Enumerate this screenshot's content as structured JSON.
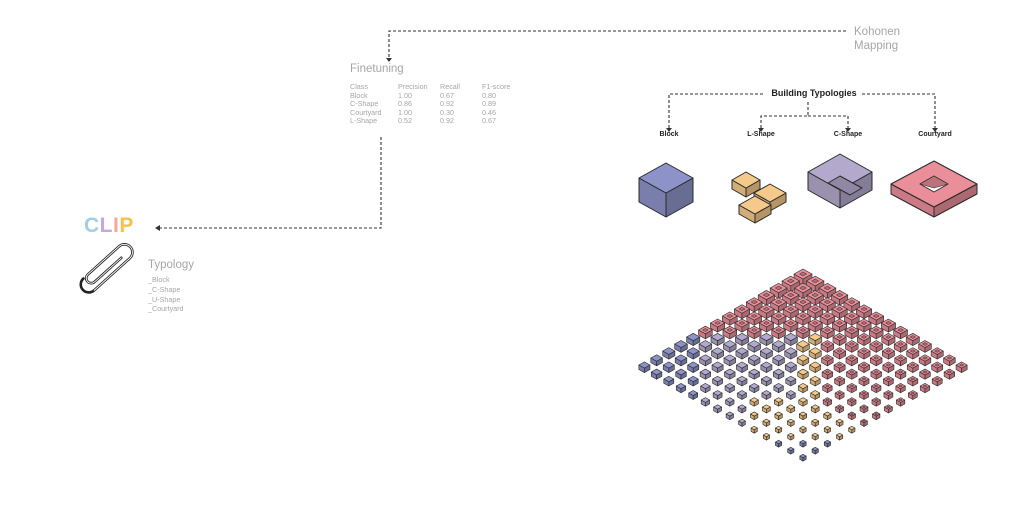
{
  "kohonen": {
    "line1": "Kohonen",
    "line2": "Mapping"
  },
  "finetuning": {
    "title": "Finetuning",
    "headers": [
      "Class",
      "Precision",
      "Recall",
      "F1-score"
    ],
    "rows": [
      [
        "Block",
        "1.00",
        "0.67",
        "0.80"
      ],
      [
        "C-Shape",
        "0.86",
        "0.92",
        "0.89"
      ],
      [
        "Courtyard",
        "1.00",
        "0.30",
        "0.46"
      ],
      [
        "L-Shape",
        "0.52",
        "0.92",
        "0.67"
      ]
    ]
  },
  "clip": {
    "letters": [
      "C",
      "L",
      "I",
      "P"
    ],
    "letter_colors": [
      "#9ecfe6",
      "#c9a8d8",
      "#f0a8a0",
      "#f2c24d"
    ]
  },
  "typology": {
    "title": "Typology",
    "items": [
      "_Block",
      "_C-Shape",
      "_U-Shape",
      "_Courtyard"
    ]
  },
  "building_typologies": {
    "title": "Building Typologies",
    "types": [
      {
        "label": "Block",
        "color": "#8d93c8"
      },
      {
        "label": "L-Shape",
        "color": "#f4c98a"
      },
      {
        "label": "C-Shape",
        "color": "#b3a9cc"
      },
      {
        "label": "Courtyard",
        "color": "#ea8e99"
      }
    ]
  },
  "icons": [
    "paperclip-icon",
    "block-building-icon",
    "l-shape-building-icon",
    "c-shape-building-icon",
    "courtyard-building-icon"
  ]
}
